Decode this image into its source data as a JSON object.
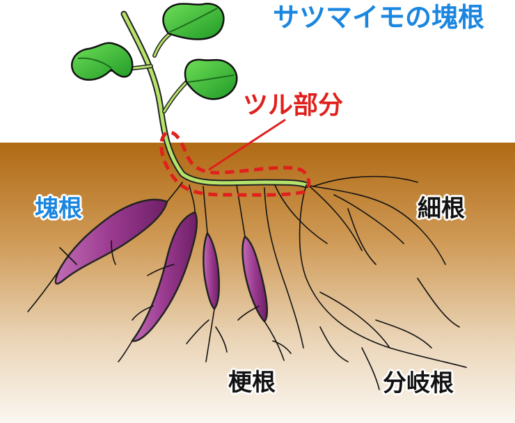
{
  "title": "サツマイモの塊根",
  "labels": {
    "tsuru": "ツル部分",
    "kaikon": "塊根",
    "saikon": "細根",
    "kokon": "梗根",
    "bunki": "分岐根"
  },
  "colors": {
    "title": "#1a86e0",
    "tsuru": "#e0201c",
    "kaikon": "#1a86e0",
    "saikon": "#111111",
    "kokon": "#111111",
    "bunki": "#111111",
    "soil_top": "#b06a14",
    "soil_bottom": "#fbf7f1",
    "leaf": "#2fb52c",
    "stem": "#b6e36a",
    "tuber": "#9a3a8f"
  }
}
